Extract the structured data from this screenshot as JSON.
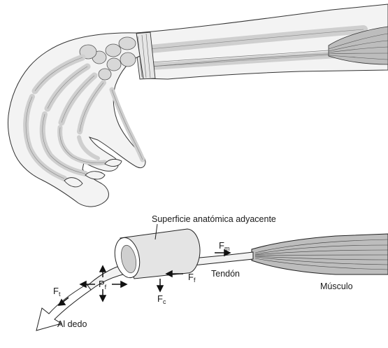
{
  "labels": {
    "surface": "Superficie anatómica adyacente",
    "tendon": "Tendón",
    "muscle": "Músculo",
    "to_finger": "Al dedo"
  },
  "forces": {
    "fm": {
      "main": "F",
      "sub": "m"
    },
    "ff": {
      "main": "F",
      "sub": "f"
    },
    "fc": {
      "main": "F",
      "sub": "c"
    },
    "pf": {
      "main": "P",
      "sub": "f"
    },
    "ft": {
      "main": "F",
      "sub": "t"
    }
  },
  "colors": {
    "line": "#1a1a1a",
    "skin": "#f2f2f2",
    "bone": "#dcdcdc",
    "muscle": "#bdbdbd",
    "tube": "#e4e4e4"
  }
}
